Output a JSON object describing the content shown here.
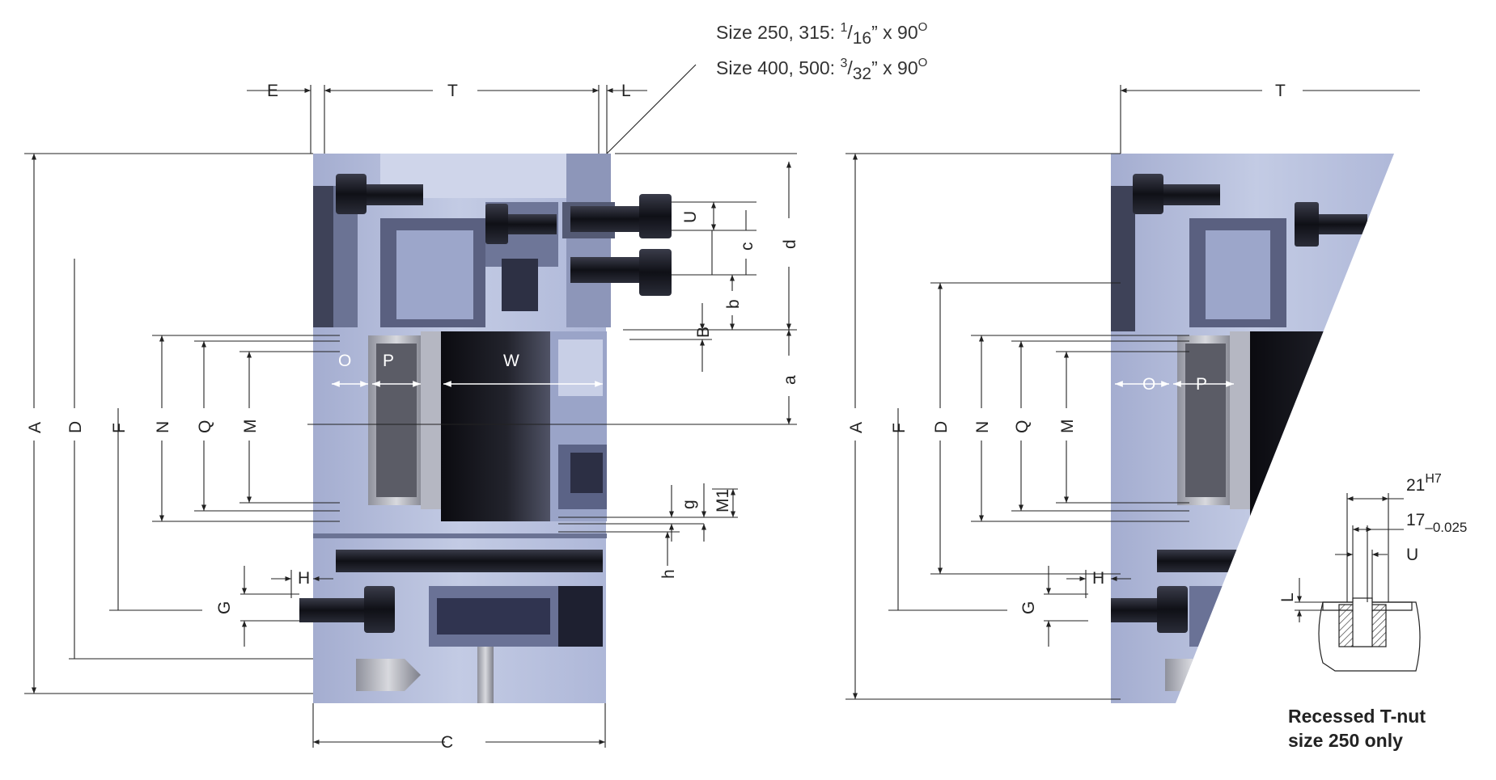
{
  "notes": {
    "line1_prefix": "Size 250, 315: ",
    "line1_num": "1",
    "line1_den": "16",
    "line1_suffix": "” x 90",
    "line1_deg": "O",
    "line2_prefix": "Size 400, 500: ",
    "line2_num": "3",
    "line2_den": "32",
    "line2_suffix": "” x 90",
    "line2_deg": "O"
  },
  "left_labels": {
    "E": "E",
    "T": "T",
    "L": "L",
    "U": "U",
    "c": "c",
    "d": "d",
    "b": "b",
    "B": "B",
    "a": "a",
    "A": "A",
    "D": "D",
    "F": "F",
    "N": "N",
    "Q": "Q",
    "M": "M",
    "O": "O",
    "P": "P",
    "W": "W",
    "g": "g",
    "M1": "M1",
    "h": "h",
    "H": "H",
    "G": "G",
    "C": "C"
  },
  "right_labels": {
    "T": "T",
    "A": "A",
    "F": "F",
    "D": "D",
    "N": "N",
    "Q": "Q",
    "M": "M",
    "O": "O",
    "P": "P",
    "H": "H",
    "G": "G"
  },
  "tnut": {
    "width_main": "21",
    "width_main_tol": "H7",
    "width_inner": "17",
    "width_inner_tol": "–0.025",
    "U": "U",
    "L": "L",
    "caption_line1": "Recessed T-nut",
    "caption_line2": "size 250 only"
  },
  "colors": {
    "body_light": "#b9c2de",
    "body_mid": "#9aa5c9",
    "body_dark": "#4a5070",
    "steel_dark": "#1c1d26",
    "grey": "#8a8d99"
  },
  "icons": [
    "socket-head-screw-icon",
    "hatch-section-icon"
  ]
}
